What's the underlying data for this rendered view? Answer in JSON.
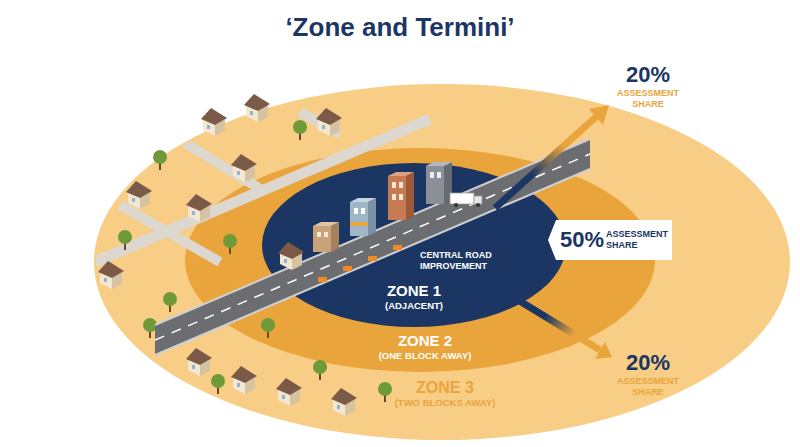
{
  "diagram": {
    "title": "‘Zone and Termini’",
    "nodes": [
      {
        "text": [
          "ZONE 3",
          "(TWO BLOCKS AWAY)"
        ]
      },
      {
        "text": [
          "ZONE 2",
          "(ONE BLOCK AWAY)"
        ],
        "in": 0
      },
      {
        "text": [
          "ZONE 1",
          "(ADJACENT)"
        ],
        "in": 1
      },
      {
        "text": [
          "50%",
          "ASSESSMENT SHARE"
        ],
        "in": 0
      }
    ],
    "labels": [
      "20%",
      "ASSESSMENT SHARE",
      "CENTRAL ROAD IMPROVEMENT",
      "20%",
      "ASSESSMENT SHARE"
    ]
  }
}
